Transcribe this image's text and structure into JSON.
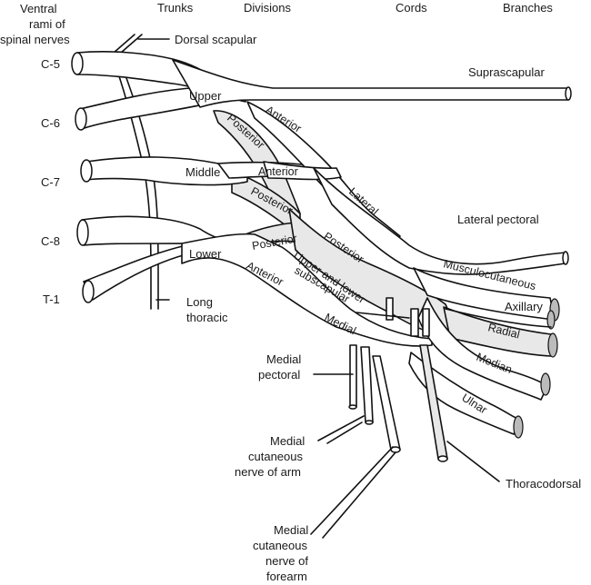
{
  "title": "Brachial plexus",
  "colors": {
    "line": "#111111",
    "posterior_fill": "#e8e8e8",
    "anterior_fill": "#ffffff",
    "background": "#ffffff"
  },
  "headers": {
    "ventral_rami": [
      "Ventral",
      "rami of",
      "spinal nerves"
    ],
    "trunks": "Trunks",
    "divisions": "Divisions",
    "cords": "Cords",
    "branches": "Branches"
  },
  "roots": [
    "C-5",
    "C-6",
    "C-7",
    "C-8",
    "T-1"
  ],
  "trunks": {
    "upper": "Upper",
    "middle": "Middle",
    "lower": "Lower"
  },
  "divisions": {
    "upper_anterior": "Anterior",
    "upper_posterior": "Posterior",
    "middle_anterior": "Anterior",
    "middle_posterior": "Posterior",
    "lower_anterior": "Anterior",
    "lower_posterior": "Posterior"
  },
  "cords": {
    "lateral": "Lateral",
    "posterior": "Posterior",
    "medial": "Medial"
  },
  "branches": {
    "dorsal_scapular": "Dorsal scapular",
    "suprascapular": "Suprascapular",
    "long_thoracic": [
      "Long",
      "thoracic"
    ],
    "lateral_pectoral": "Lateral pectoral",
    "musculocutaneous": "Musculocutaneous",
    "axillary": "Axillary",
    "radial": "Radial",
    "median": "Median",
    "ulnar": "Ulnar",
    "upper_lower_subscapular": [
      "Upper and lower",
      "subscapular"
    ],
    "thoracodorsal": "Thoracodorsal",
    "medial_pectoral": [
      "Medial",
      "pectoral"
    ],
    "medial_cutaneous_arm": [
      "Medial",
      "cutaneous",
      "nerve of arm"
    ],
    "medial_cutaneous_forearm": [
      "Medial",
      "cutaneous",
      "nerve of",
      "forearm"
    ]
  }
}
